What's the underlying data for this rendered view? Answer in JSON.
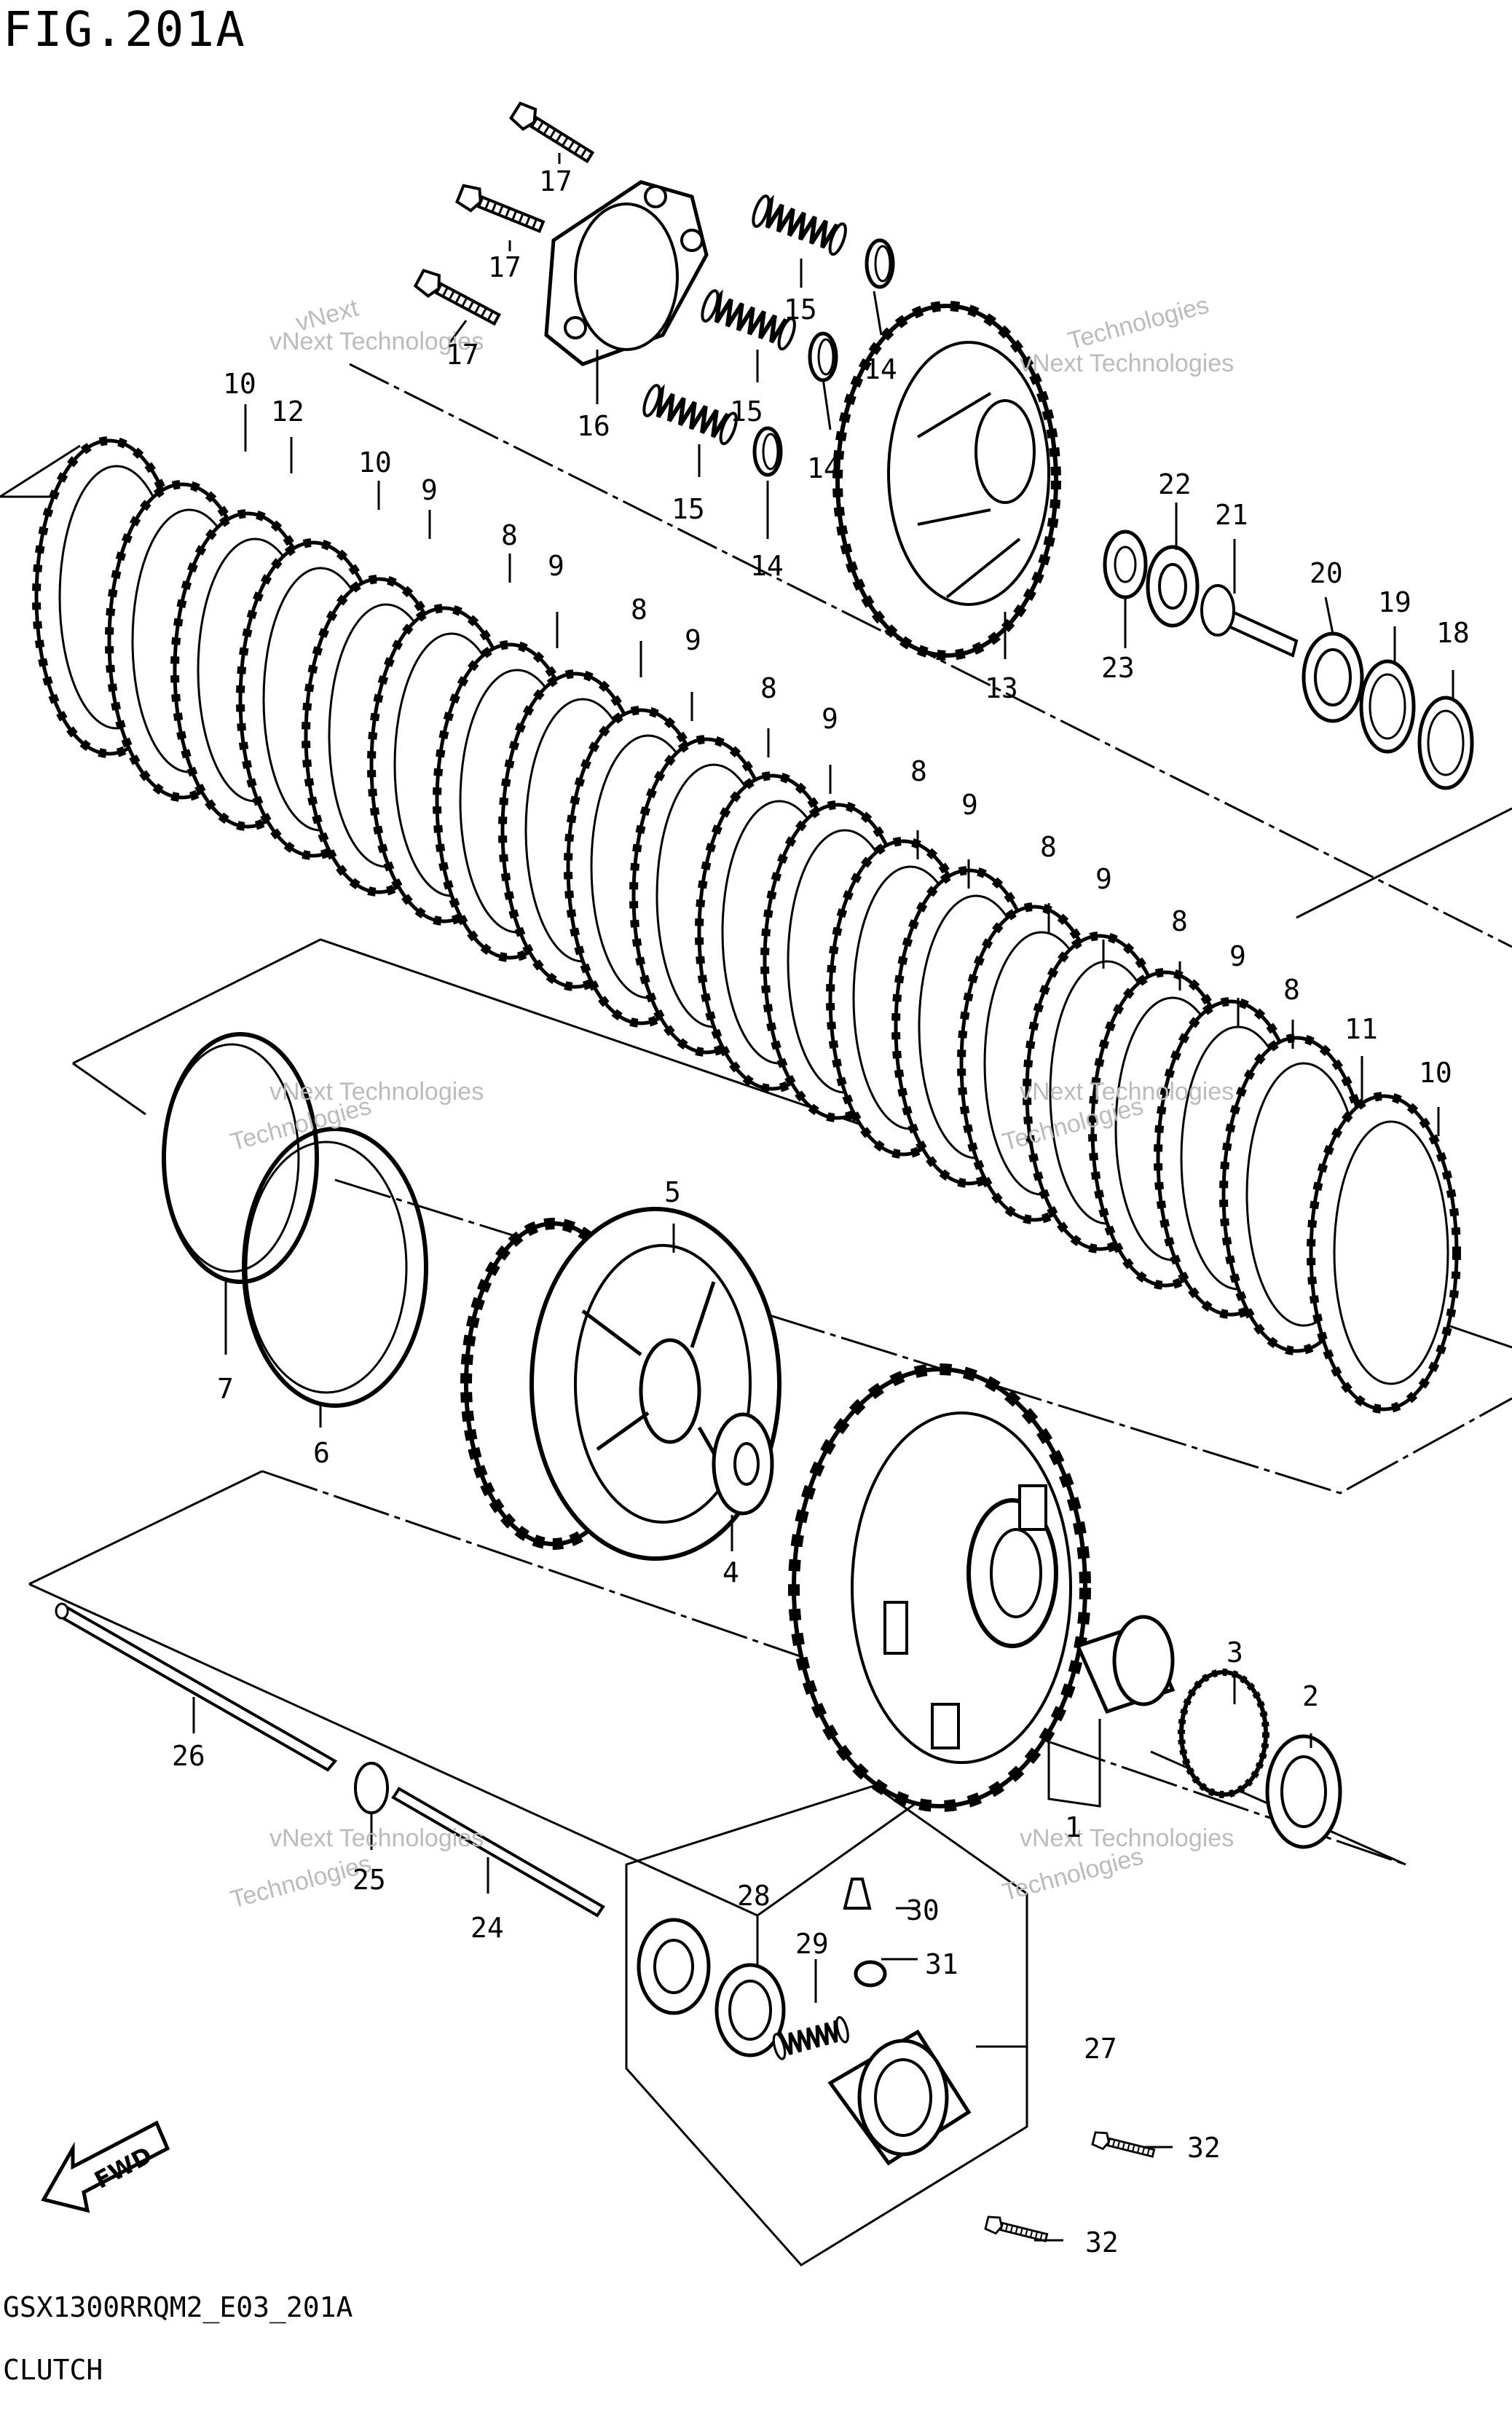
{
  "figure": {
    "title": "FIG.201A",
    "model_code": "GSX1300RRQM2_E03_201A",
    "group_name": "CLUTCH",
    "direction_label": "FWD"
  },
  "watermark": {
    "line1": "vNext Technologies",
    "line2": "vNext",
    "line3": "Technologies"
  },
  "callouts": [
    {
      "id": "c17a",
      "text": "17"
    },
    {
      "id": "c17b",
      "text": "17"
    },
    {
      "id": "c17c",
      "text": "17"
    },
    {
      "id": "c16",
      "text": "16"
    },
    {
      "id": "c15a",
      "text": "15"
    },
    {
      "id": "c15b",
      "text": "15"
    },
    {
      "id": "c15c",
      "text": "15"
    },
    {
      "id": "c14a",
      "text": "14"
    },
    {
      "id": "c14b",
      "text": "14"
    },
    {
      "id": "c14c",
      "text": "14"
    },
    {
      "id": "c13",
      "text": "13"
    },
    {
      "id": "c22",
      "text": "22"
    },
    {
      "id": "c21",
      "text": "21"
    },
    {
      "id": "c20",
      "text": "20"
    },
    {
      "id": "c19",
      "text": "19"
    },
    {
      "id": "c18",
      "text": "18"
    },
    {
      "id": "c23",
      "text": "23"
    },
    {
      "id": "c10a",
      "text": "10"
    },
    {
      "id": "c12",
      "text": "12"
    },
    {
      "id": "c10b",
      "text": "10"
    },
    {
      "id": "c9a",
      "text": "9"
    },
    {
      "id": "c8a",
      "text": "8"
    },
    {
      "id": "c9b",
      "text": "9"
    },
    {
      "id": "c8b",
      "text": "8"
    },
    {
      "id": "c9c",
      "text": "9"
    },
    {
      "id": "c8c",
      "text": "8"
    },
    {
      "id": "c9d",
      "text": "9"
    },
    {
      "id": "c8d",
      "text": "8"
    },
    {
      "id": "c9e",
      "text": "9"
    },
    {
      "id": "c8e",
      "text": "8"
    },
    {
      "id": "c9f",
      "text": "9"
    },
    {
      "id": "c8f",
      "text": "8"
    },
    {
      "id": "c9g",
      "text": "9"
    },
    {
      "id": "c8g",
      "text": "8"
    },
    {
      "id": "c11",
      "text": "11"
    },
    {
      "id": "c10c",
      "text": "10"
    },
    {
      "id": "c7",
      "text": "7"
    },
    {
      "id": "c6",
      "text": "6"
    },
    {
      "id": "c5",
      "text": "5"
    },
    {
      "id": "c4",
      "text": "4"
    },
    {
      "id": "c3",
      "text": "3"
    },
    {
      "id": "c2",
      "text": "2"
    },
    {
      "id": "c1",
      "text": "1"
    },
    {
      "id": "c26",
      "text": "26"
    },
    {
      "id": "c25",
      "text": "25"
    },
    {
      "id": "c24",
      "text": "24"
    },
    {
      "id": "c28",
      "text": "28"
    },
    {
      "id": "c30",
      "text": "30"
    },
    {
      "id": "c29",
      "text": "29"
    },
    {
      "id": "c31",
      "text": "31"
    },
    {
      "id": "c27",
      "text": "27"
    },
    {
      "id": "c32a",
      "text": "32"
    },
    {
      "id": "c32b",
      "text": "32"
    }
  ]
}
